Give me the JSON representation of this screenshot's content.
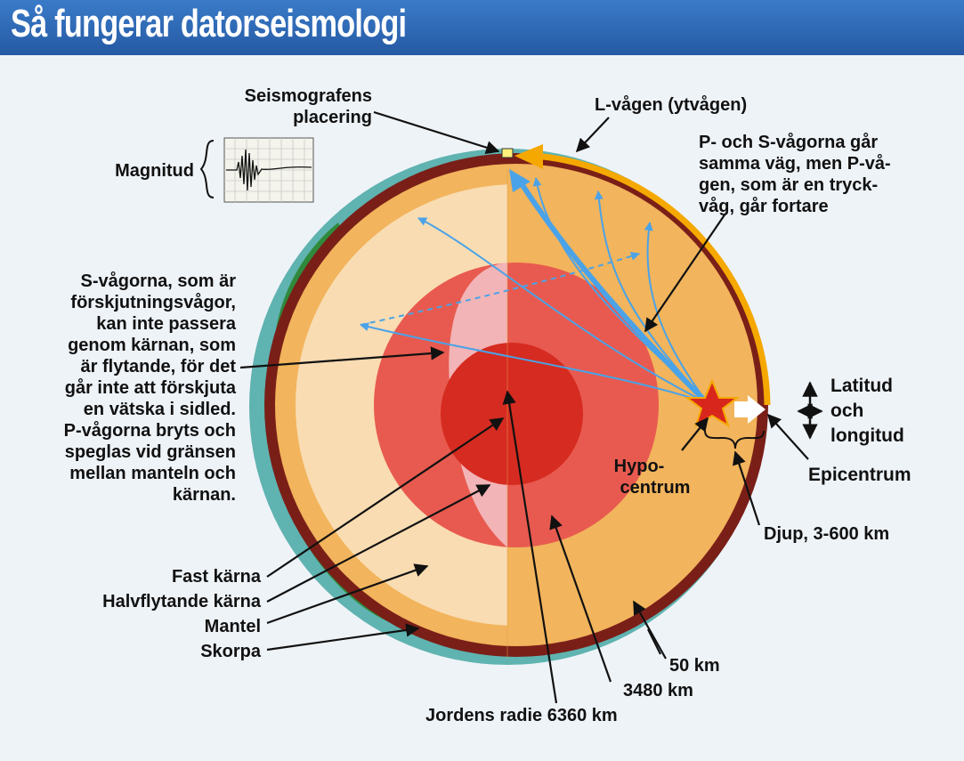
{
  "title": "Så fungerar datorseismologi",
  "labels": {
    "seismograph_location": [
      "Seismografens",
      "placering"
    ],
    "magnitude": "Magnitud",
    "l_wave": "L-vågen (ytvågen)",
    "ps_waves": [
      "P- och S-vågorna går",
      "samma väg, men P-vå-",
      "gen, som är en tryck-",
      "våg, går fortare"
    ],
    "s_waves": [
      "S-vågorna, som är",
      "förskjutningsvågor,",
      "kan inte passera",
      "genom kärnan, som",
      "är flytande, för det",
      "går inte att förskjuta",
      "en vätska i sidled.",
      "P-vågorna bryts och",
      "speglas vid gränsen",
      "mellan manteln och",
      "kärnan."
    ],
    "latitude_longitude": [
      "Latitud",
      "och",
      "longitud"
    ],
    "hypocenter": [
      "Hypo-",
      "centrum"
    ],
    "epicenter": "Epicentrum",
    "depth": "Djup, 3-600 km",
    "solid_core": "Fast kärna",
    "semi_liquid_core": "Halvflytande kärna",
    "mantle": "Mantel",
    "crust": "Skorpa",
    "km_50": "50 km",
    "km_3480": "3480 km",
    "earth_radius": "Jordens radie 6360 km"
  },
  "colors": {
    "header": "#2a63ad",
    "ocean": "#5fb3b0",
    "land": "#2f8a3c",
    "crust": "#7a1f18",
    "mantle": "#f2b45c",
    "mantle_light": "#f9dcb2",
    "outer_core": "#e85a4f",
    "outer_core_light": "#f2b4b6",
    "inner_core": "#d62b20",
    "wave_blue": "#4aa3e8",
    "l_wave": "#f5a800",
    "star": "#d9261c"
  }
}
